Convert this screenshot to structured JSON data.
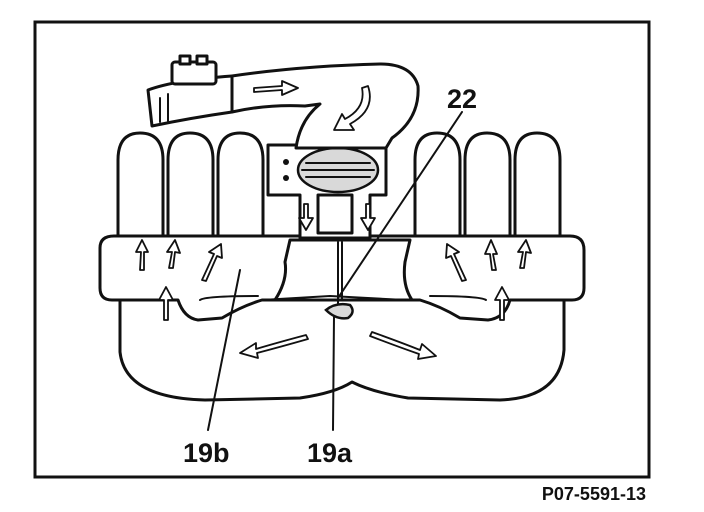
{
  "diagram": {
    "labels": {
      "callout_22": "22",
      "callout_19b": "19b",
      "callout_19a": "19a"
    },
    "figure_ref": "P07-5591-13",
    "colors": {
      "ink": "#111111",
      "paper": "#ffffff",
      "shade": "#d9d9d9"
    }
  }
}
